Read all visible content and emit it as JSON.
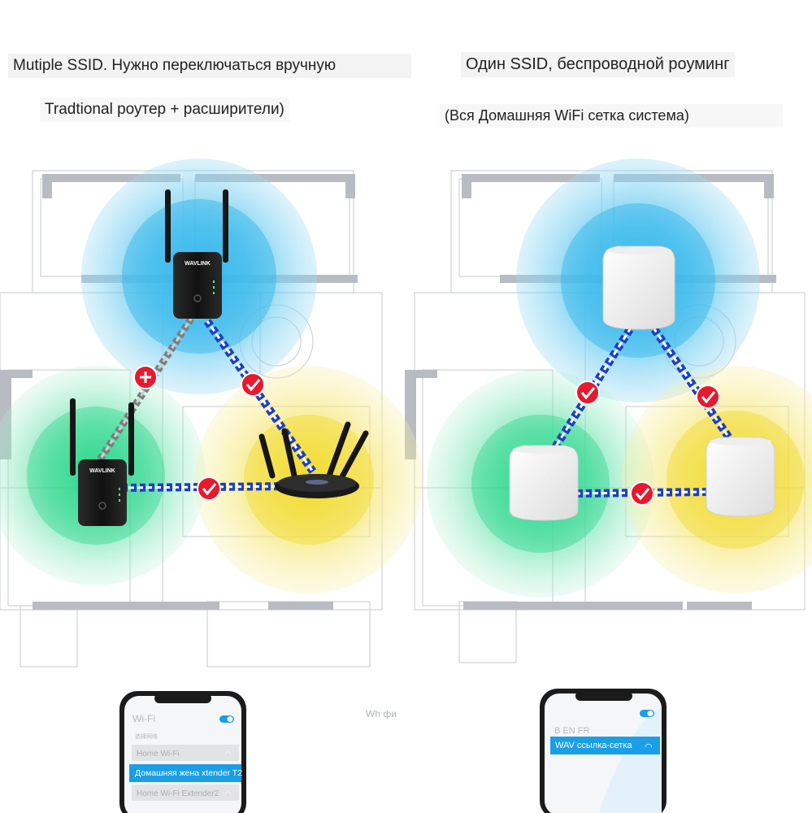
{
  "left_panel": {
    "title_line1": "Mutiple SSID. Нужно переключаться вручную",
    "title_line2": "Tradtional роутер + расширители)",
    "device_brand": "WAVLINK",
    "phone": {
      "header": "Wi-Fi",
      "section": "选择网络",
      "networks": [
        {
          "name": "Home Wi-Fi",
          "selected": false
        },
        {
          "name": "Домашняя жена xtender T2",
          "selected": true
        },
        {
          "name": "Home Wi-Fi Extender2",
          "selected": false
        }
      ]
    },
    "faded_note": "Wh фи"
  },
  "right_panel": {
    "title_line1": "Один SSID, беспроводной роуминг",
    "title_line2": "(Вся Домашняя WiFi сетка система)",
    "phone": {
      "langs": "B EN FR",
      "network": "WAV ссылка-сетка"
    }
  },
  "colors": {
    "blue_zone": "#5ec8ee",
    "green_zone": "#4fdc9a",
    "yellow_zone": "#f4e24a",
    "link_blue": "#1f3fbf",
    "link_grey": "#8c8c8c",
    "badge_red": "#e8192c",
    "phone_select": "#1a9fe6"
  }
}
